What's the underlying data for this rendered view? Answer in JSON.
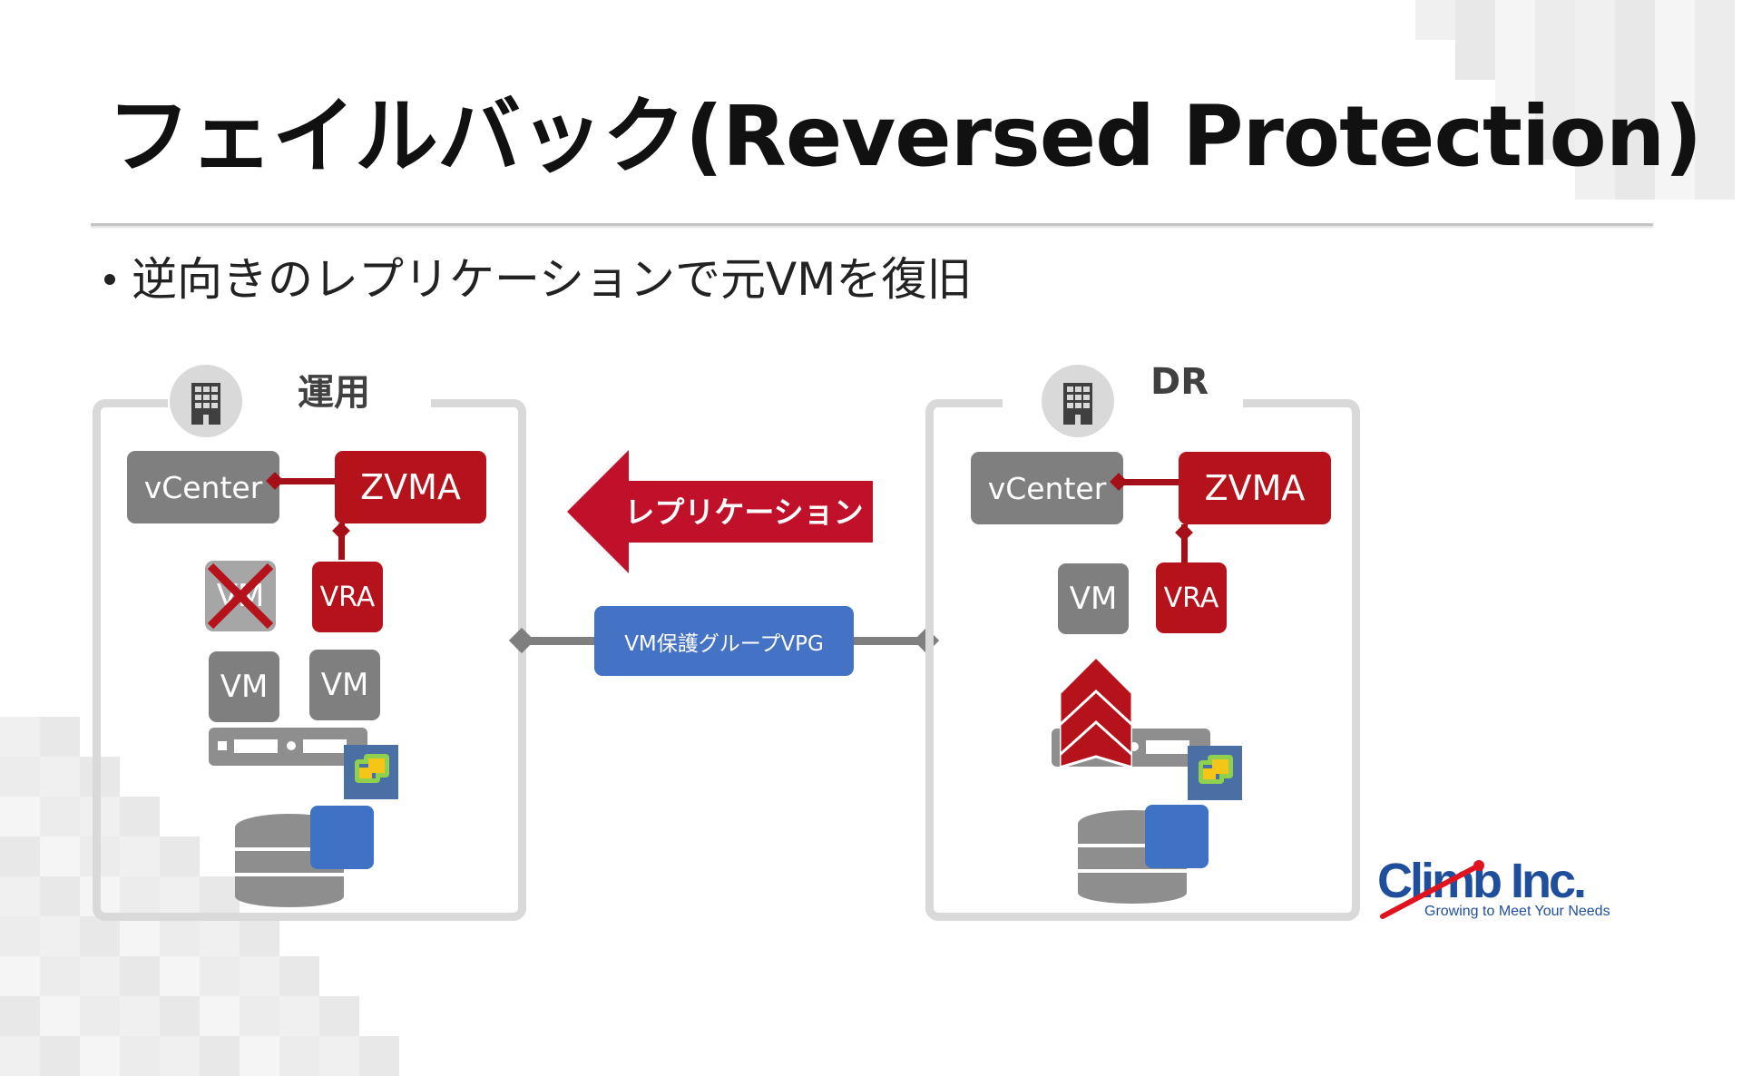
{
  "slide": {
    "title": "フェイルバック(Reversed Protection)",
    "bullet": "逆向きのレプリケーションで元VMを復旧"
  },
  "sites": {
    "primary": {
      "label": "運用",
      "vcenter": "vCenter",
      "zvma": "ZVMA",
      "vra": "VRA",
      "failed_vm": "VM",
      "vms": [
        "VM",
        "VM"
      ],
      "failed_vm_status": "failed"
    },
    "dr": {
      "label": "DR",
      "vcenter": "vCenter",
      "zvma": "ZVMA",
      "vra": "VRA",
      "vm": "VM"
    }
  },
  "replication": {
    "label": "レプリケーション",
    "direction": "DR → 運用"
  },
  "vpg": {
    "label": "VM保護グループVPG"
  },
  "logo": {
    "name": "Climb Inc.",
    "tagline": "Growing to Meet Your Needs"
  },
  "colors": {
    "red": "#b5121b",
    "arrow_red": "#c0102a",
    "gray": "#7f7f7f",
    "blue": "#4472c4",
    "logo_blue": "#1f4e9c"
  },
  "icons": {
    "building": "building-icon",
    "failed": "x-mark-icon",
    "upgrade": "chevrons-up-icon",
    "server": "server-icon",
    "vmware": "vmware-icon",
    "datastore": "database-icon"
  }
}
